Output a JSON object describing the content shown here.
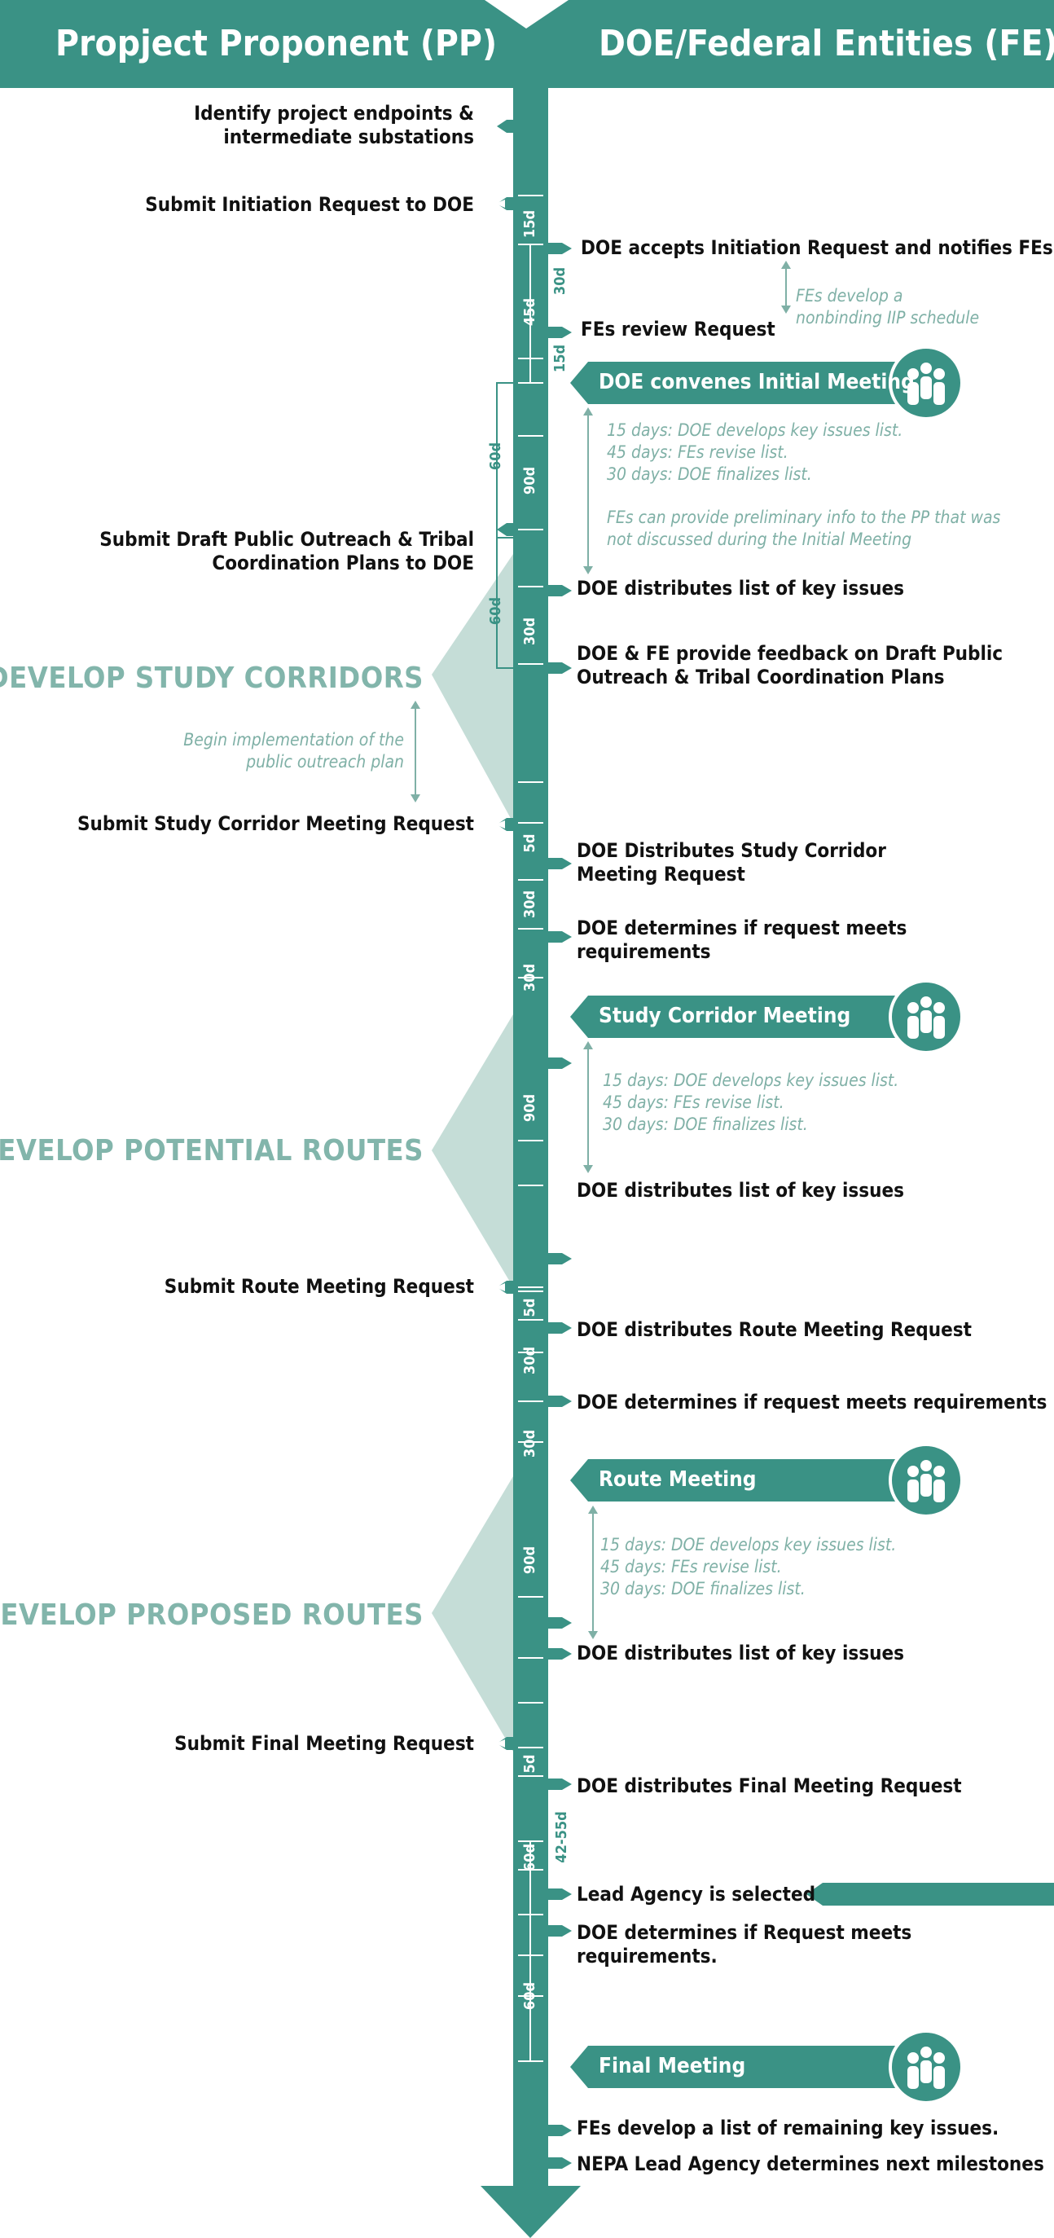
{
  "colors": {
    "teal": "#3a9285",
    "light_teal": "#c5ddd7",
    "note": "#7fb0a6",
    "phase": "#82b5ab"
  },
  "header": {
    "left_title": "Propject Proponent (PP)",
    "right_title": "DOE/Federal Entities (FE)"
  },
  "pp_steps": [
    {
      "id": "identify",
      "lines": [
        "Identify project endpoints &",
        "intermediate substations"
      ]
    },
    {
      "id": "initiation",
      "lines": [
        "Submit Initiation Request to DOE"
      ]
    },
    {
      "id": "draft-plans",
      "lines": [
        "Submit Draft Public Outreach & Tribal",
        "Coordination Plans to DOE"
      ]
    },
    {
      "id": "corridor-request",
      "lines": [
        "Submit Study Corridor Meeting Request"
      ]
    },
    {
      "id": "route-request",
      "lines": [
        "Submit Route Meeting Request"
      ]
    },
    {
      "id": "final-request",
      "lines": [
        "Submit Final Meeting Request"
      ]
    }
  ],
  "fe_steps": [
    {
      "id": "accepts",
      "lines": [
        "DOE accepts Initiation Request and notifies FEs"
      ]
    },
    {
      "id": "review",
      "lines": [
        "FEs review Request"
      ]
    },
    {
      "id": "key-issues-1",
      "lines": [
        "DOE distributes list of key issues"
      ]
    },
    {
      "id": "feedback",
      "lines": [
        "DOE & FE provide feedback on Draft Public",
        "Outreach & Tribal Coordination Plans"
      ]
    },
    {
      "id": "distributes-corridor",
      "lines": [
        "DOE Distributes Study Corridor",
        "Meeting Request"
      ]
    },
    {
      "id": "determines-1",
      "lines": [
        "DOE determines if request meets",
        "requirements"
      ]
    },
    {
      "id": "key-issues-2",
      "lines": [
        "DOE distributes list of key issues"
      ]
    },
    {
      "id": "distributes-route",
      "lines": [
        "DOE distributes Route Meeting Request"
      ]
    },
    {
      "id": "determines-2",
      "lines": [
        "DOE determines if request meets requirements"
      ]
    },
    {
      "id": "key-issues-3",
      "lines": [
        "DOE distributes list of key issues"
      ]
    },
    {
      "id": "distributes-final",
      "lines": [
        "DOE distributes Final Meeting Request"
      ]
    },
    {
      "id": "lead-agency",
      "lines": [
        "Lead Agency is selected"
      ]
    },
    {
      "id": "determines-3",
      "lines": [
        "DOE determines if Request meets",
        "requirements."
      ]
    },
    {
      "id": "remaining-issues",
      "lines": [
        "FEs develop a list of remaining key issues."
      ]
    },
    {
      "id": "milestones",
      "lines": [
        "NEPA Lead Agency determines next milestones"
      ]
    }
  ],
  "meetings": [
    {
      "id": "initial",
      "label": "DOE convenes Initial Meeting",
      "icon": "people-icon"
    },
    {
      "id": "corridor",
      "label": "Study Corridor Meeting",
      "icon": "people-icon"
    },
    {
      "id": "route",
      "label": "Route Meeting",
      "icon": "people-icon"
    },
    {
      "id": "final",
      "label": "Final Meeting",
      "icon": "people-icon"
    }
  ],
  "phases": [
    {
      "id": "corridors",
      "label": "DEVELOP STUDY CORRIDORS"
    },
    {
      "id": "potential",
      "label": "DEVELOP POTENTIAL ROUTES"
    },
    {
      "id": "proposed",
      "label": "DEVELOP PROPOSED ROUTES"
    }
  ],
  "notes": [
    {
      "id": "iip",
      "lines": [
        "FEs develop a",
        "nonbinding IIP schedule"
      ]
    },
    {
      "id": "issues-1",
      "lines": [
        "15 days: DOE develops key issues list.",
        "45 days: FEs revise list.",
        "30 days: DOE finalizes list."
      ]
    },
    {
      "id": "prelim",
      "lines": [
        "FEs can provide preliminary info to the PP that was",
        "not discussed during the Initial Meeting"
      ]
    },
    {
      "id": "outreach",
      "lines": [
        "Begin implementation of the",
        "public outreach plan"
      ]
    },
    {
      "id": "issues-2",
      "lines": [
        "15 days: DOE develops key issues list.",
        "45 days: FEs revise list.",
        "30 days: DOE finalizes list."
      ]
    },
    {
      "id": "issues-3",
      "lines": [
        "15 days: DOE develops key issues list.",
        "45 days: FEs revise list.",
        "30 days: DOE finalizes list."
      ]
    }
  ],
  "durations": [
    "15d",
    "30d",
    "45d",
    "15d",
    "60d",
    "90d",
    "60d",
    "30d",
    "5d",
    "30d",
    "30d",
    "90d",
    "5d",
    "30d",
    "30d",
    "90d",
    "5d",
    "42-55d",
    "60d",
    "60d"
  ]
}
